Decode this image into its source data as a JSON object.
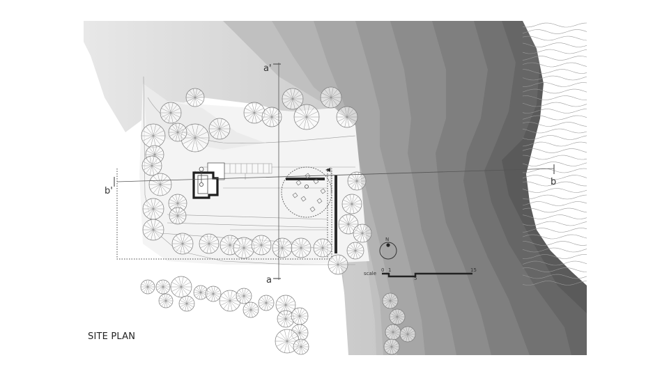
{
  "title": "SITE PLAN",
  "section_a_top": "a'",
  "section_a_bottom": "a",
  "section_b_left": "b'",
  "section_b_right": "b",
  "north_label": "N",
  "scale": {
    "label": "scale",
    "ticks": [
      "0",
      "1",
      "5",
      "15"
    ]
  },
  "colors": {
    "terrain_dark": "#555555",
    "terrain_light": "#d6d6d6",
    "line": "#333333",
    "tree_stroke": "#7a7a7a"
  }
}
